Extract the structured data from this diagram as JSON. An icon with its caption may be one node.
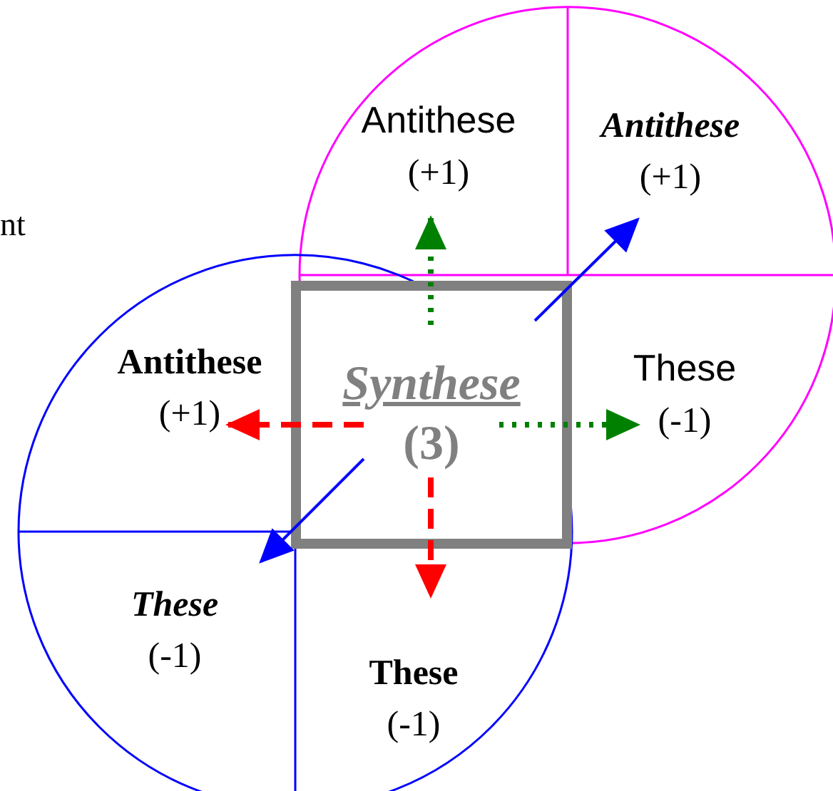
{
  "diagram": {
    "nodes": [
      {
        "text": [
          "Synthese",
          "(3)"
        ]
      },
      {
        "text": [
          "Antithese",
          "(+1)"
        ]
      },
      {
        "text": [
          "Antithese",
          "(+1)"
        ]
      },
      {
        "text": [
          "These",
          "(-1)"
        ]
      },
      {
        "text": [
          "Antithese",
          "(+1)"
        ]
      },
      {
        "text": [
          "These",
          "(-1)"
        ]
      },
      {
        "text": [
          "These",
          "(-1)"
        ]
      }
    ],
    "edges": [
      {
        "from": 0,
        "to": 1,
        "arrow": "to",
        "style": "dashed",
        "color": "#008000"
      },
      {
        "from": 0,
        "to": 2,
        "arrow": "to",
        "color": "#0000ff"
      },
      {
        "from": 0,
        "to": 3,
        "arrow": "to",
        "style": "dashed",
        "color": "#008000"
      },
      {
        "from": 0,
        "to": 4,
        "arrow": "to",
        "style": "dashed",
        "color": "#ff0000"
      },
      {
        "from": 0,
        "to": 5,
        "arrow": "to",
        "color": "#0000ff"
      },
      {
        "from": 0,
        "to": 6,
        "arrow": "to",
        "style": "dashed",
        "color": "#ff0000"
      }
    ],
    "labels": [
      "nt"
    ]
  }
}
